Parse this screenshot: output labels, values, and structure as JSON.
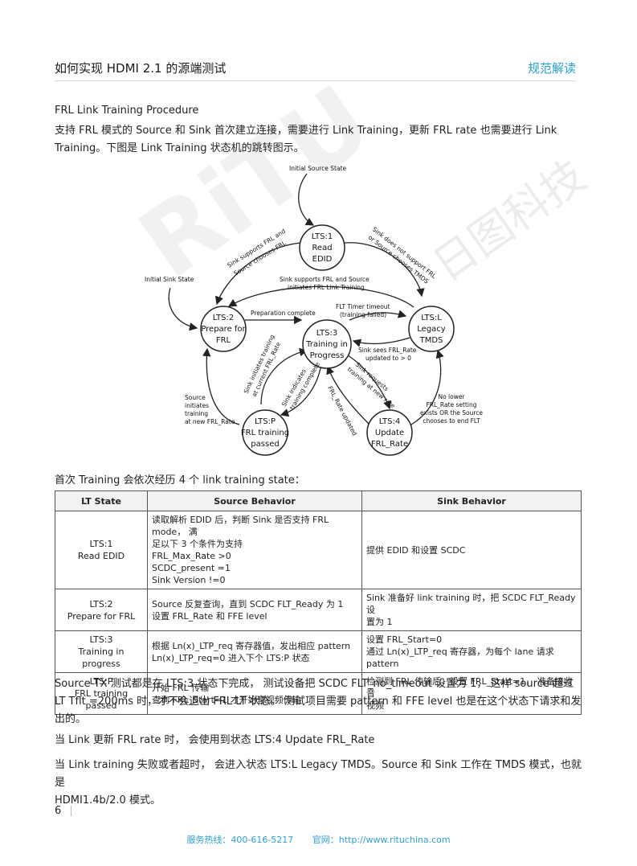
{
  "header": {
    "title": "如何实现 HDMI 2.1 的源端测试",
    "right": "规范解读"
  },
  "section_title": "FRL Link Training Procedure",
  "intro_lines": [
    "支持 FRL 模式的 Source 和 Sink 首次建立连接，需要进行 Link Training，更新 FRL rate 也需要进行 Link",
    "Training。下图是 Link Training 状态机的跳转图示。"
  ],
  "diagram": {
    "initial_source": "Initial Source State",
    "initial_sink": "Initial Sink State",
    "nodes": {
      "lts1": [
        "LTS:1",
        "Read",
        "EDID"
      ],
      "lts2": [
        "LTS:2",
        "Prepare for",
        "FRL"
      ],
      "lts3": [
        "LTS:3",
        "Training in",
        "Progress"
      ],
      "ltsl": [
        "LTS:L",
        "Legacy",
        "TMDS"
      ],
      "ltsp": [
        "LTS:P",
        "FRL training",
        "passed"
      ],
      "lts4": [
        "LTS:4",
        "Update",
        "FRL_Rate"
      ]
    },
    "labels": {
      "sink_supports_1": "Sink supports FRL and",
      "sink_supports_2": "Source chooses FRL",
      "sink_not_1": "Sink does not support FRL",
      "sink_not_2": "or Source chooses TMDS",
      "mid_1": "Sink supports FRL and Source",
      "mid_2": "initiates FRL Link Training",
      "prep": "Preparation complete",
      "timeout_1": "FLT Timer timeout",
      "timeout_2": "(training failed)",
      "sees_1": "Sink sees FRL_Rate",
      "sees_2": "updated to > 0",
      "init_train_1": "Sink initiates training",
      "init_train_2": "at current FRL_Rate",
      "indicates_1": "Sink indicates",
      "indicates_2": "training complete",
      "requests_1": "Sink requests",
      "requests_2": "training at new rate",
      "rate_updated": "FRL_Rate updated",
      "src_init_1": "Source",
      "src_init_2": "initiates",
      "src_init_3": "training",
      "src_init_4": "at new FRL_Rate",
      "nolower_1": "No lower",
      "nolower_2": "FRL_Rate setting",
      "nolower_3": "exists OR the Source",
      "nolower_4": "chooses to end FLT"
    }
  },
  "watermark": {
    "big": "RiTU",
    "small": "日图科技"
  },
  "table_intro": "首次 Training 会依次经历 4 个 link training  state：",
  "table": {
    "headers": [
      "LT State",
      "Source Behavior",
      "Sink Behavior"
    ],
    "rows": [
      {
        "state": [
          "LTS:1",
          "Read EDID"
        ],
        "source": [
          "读取解析 EDID 后，判断 Sink 是否支持 FRL mode， 满",
          "足以下 3 个条件为支持",
          "FRL_Max_Rate >0",
          "SCDC_present =1",
          "Sink Version !=0"
        ],
        "sink": [
          "提供 EDID 和设置 SCDC"
        ]
      },
      {
        "state": [
          "LTS:2",
          "Prepare for FRL"
        ],
        "source": [
          "Source 反复查询，直到 SCDC FLT_Ready 为 1",
          "设置 FRL_Rate 和 FFE level"
        ],
        "sink": [
          "Sink 准备好 link training 时，把 SCDC  FLT_Ready 设",
          "置为 1"
        ]
      },
      {
        "state": [
          "LTS:3",
          "Training in progress"
        ],
        "source": [
          "根据 Ln(x)_LTP_req 寄存器值，发出相应 pattern",
          "Ln(x)_LTP_req=0 进入下个 LTS:P 状态"
        ],
        "sink": [
          "设置 FRL_Start=0",
          "通过 Ln(x)_LTP_req 寄存器，为每个 lane 请求 pattern"
        ]
      },
      {
        "state": [
          "LTS:P",
          "FRL training passed"
        ],
        "source": [
          "开始 FRL 传输",
          "查询 FRL_Start=1 才开始音视频传输"
        ],
        "sink": [
          "检测到 FRL 传输后，设置 FRL_Start=1，  准备接收音",
          "视频"
        ]
      }
    ]
  },
  "para2_lines": [
    "Source TX 测试都是在 LTS:3 状态下完成，  测试设备把 SCDC FLT_no_timeout 设置为 1，  这样 source 超过",
    "LT Tflt =200ms 时，才不会退出 FRL LT 状态。 测试项目需要 pattern 和 FFE level 也是在这个状态下请求和发",
    "出的。"
  ],
  "para3": "当 Link 更新 FRL rate 时，  会使用到状态 LTS:4 Update FRL_Rate",
  "para4_lines": [
    "当 Link training 失败或者超时，  会进入状态 LTS:L Legacy TMDS。Source 和 Sink 工作在 TMDS 模式，也就是",
    "HDMI1.4b/2.0 模式。"
  ],
  "page_number": "6",
  "footer": {
    "hotline": "服务热线：400-616-5217",
    "website": "官网：http://www.rituchina.com"
  },
  "colors": {
    "accent": "#2aa1d8"
  }
}
